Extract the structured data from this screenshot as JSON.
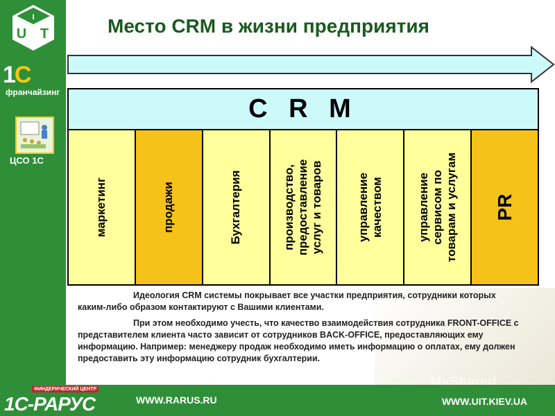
{
  "title": "Место CRM в жизни предприятия",
  "crm": {
    "header": "C R M",
    "columns": [
      {
        "label": "маркетинг",
        "highlight": false
      },
      {
        "label": "продажи",
        "highlight": true
      },
      {
        "label": "Бухгалтерия",
        "highlight": false
      },
      {
        "label": "производство,\nпредоставление\nуслуг и товаров",
        "highlight": false
      },
      {
        "label": "управление\nкачеством",
        "highlight": false
      },
      {
        "label": "управление\nсервисом по\nтоварам и услугам",
        "highlight": false
      },
      {
        "label": "PR",
        "highlight": true
      }
    ]
  },
  "text": {
    "p1": "Идеология CRM системы покрывает все участки предприятия, сотрудники которых каким-либо образом контактируют с Вашими клиентами.",
    "p2": "При этом необходимо учесть, что качество взаимодействия сотрудника FRONT-OFFICE с представителем клиента часто зависит от сотрудников BACK-OFFICE, предоставляющих ему информацию. Например: менеджеру продаж необходимо иметь информацию о оплатах, ему должен предоставить эту информацию сотрудник бухгалтерии."
  },
  "sidebar": {
    "logo_text": "UIT",
    "onec_mark": "1С",
    "franchise_label": "франчайзинг",
    "cso_label": "ЦСО 1С"
  },
  "footer": {
    "rarus_tag": "ФИНДЕРИЧЕСКИЙ ЦЕНТР",
    "rarus_name": "1С-РАРУС",
    "left_link": "WWW.RARUS.RU",
    "right_link": "WWW.UIT.KIEV.UA"
  },
  "watermark": "MyShared",
  "colors": {
    "sidebar_green": "#2f8f38",
    "title_green": "#1a5a1f",
    "header_cyan": "#ccfafb",
    "column_yellow": "#ffff9c",
    "column_highlight": "#f5c21a",
    "arrow_fill": "#ccfafb"
  }
}
